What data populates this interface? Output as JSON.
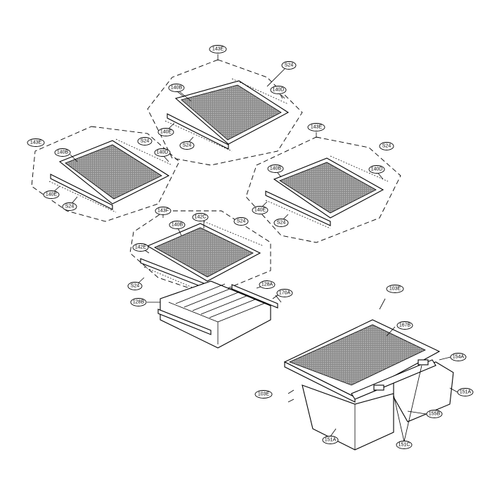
{
  "labels": {
    "l143e_top": "143E",
    "l143e_left": "143E",
    "l143e_right": "143E",
    "l143f": "143F",
    "l140b_top": "140B",
    "l140b_left": "140B",
    "l140b_right": "140B",
    "l140b_mid": "140B",
    "l140d_top": "140D",
    "l140d_left": "140D",
    "l140d_right": "140D",
    "l140e_top": "140E",
    "l140e_left": "140E",
    "l140e_right": "140E",
    "s24_top_a": "S24",
    "s24_top_b": "S24",
    "s24_left_a": "S24",
    "s24_left_b": "S24",
    "s24_right_a": "S24",
    "s24_right_b": "S24",
    "s24_mid_a": "S24",
    "s24_mid_b": "S24",
    "l142c": "142C",
    "l142e": "142E",
    "l128a": "128A",
    "l128b": "128B",
    "l170a": "170A",
    "l103e_top": "103E",
    "l103e_left": "103E",
    "l167b": "167B",
    "l154a": "154A",
    "l151a_right": "151A",
    "l151a_bottom": "151A",
    "l155b": "155B",
    "l151c": "151C"
  }
}
